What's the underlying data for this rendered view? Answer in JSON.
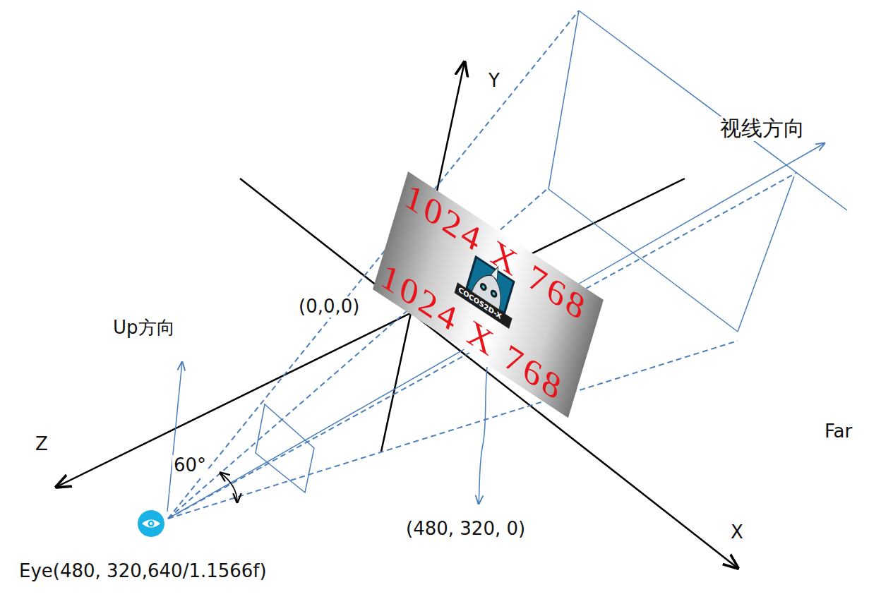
{
  "diagram": {
    "nodes": [
      {
        "text": [
          "1024 X 768",
          "COCOS2D-X",
          "1024 X 768"
        ]
      }
    ],
    "labels": [
      "Y",
      "视线方向",
      "(0,0,0)",
      "Up方向",
      "Far",
      "Z",
      "60°",
      "(480, 320, 0)",
      "X",
      "Eye(480, 320,640/1.1566f)"
    ]
  }
}
